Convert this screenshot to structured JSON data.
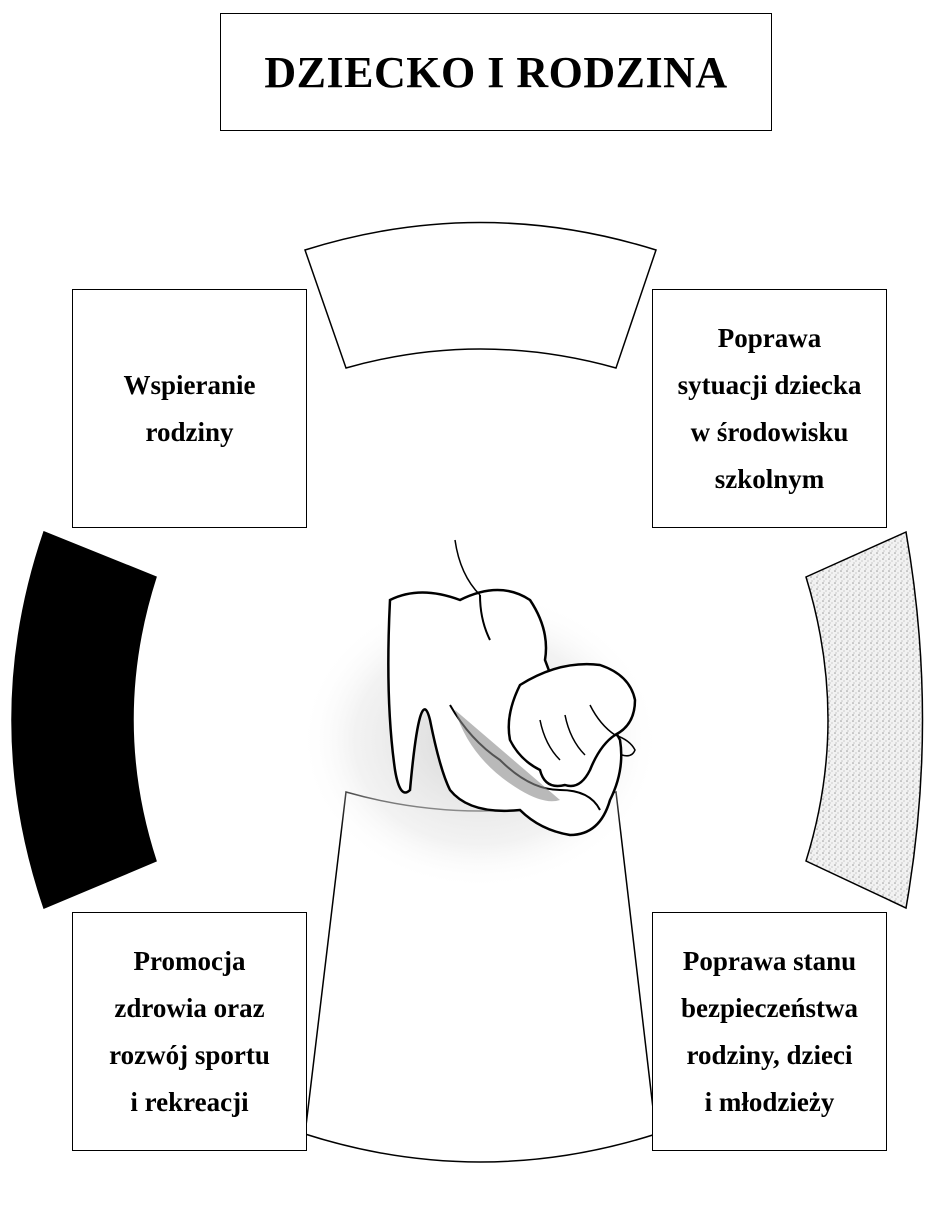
{
  "title": "DZIECKO I RODZINA",
  "boxes": {
    "top_left": "Wspieranie\nrodziny",
    "top_right": "Poprawa\nsytuacji dziecka\nw środowisku\nszkolnym",
    "bottom_left": "Promocja\nzdrowia oraz\nrozwój sportu\ni rekreacji",
    "bottom_right": "Poprawa stanu\nbezpieczeństwa\nrodziny, dzieci\ni młodzieży"
  },
  "colors": {
    "line": "#000000",
    "left_arc_fill": "#000000",
    "right_arc_fill": "#e6e6e6",
    "background": "#ffffff"
  },
  "center_image": "hands-illustration"
}
